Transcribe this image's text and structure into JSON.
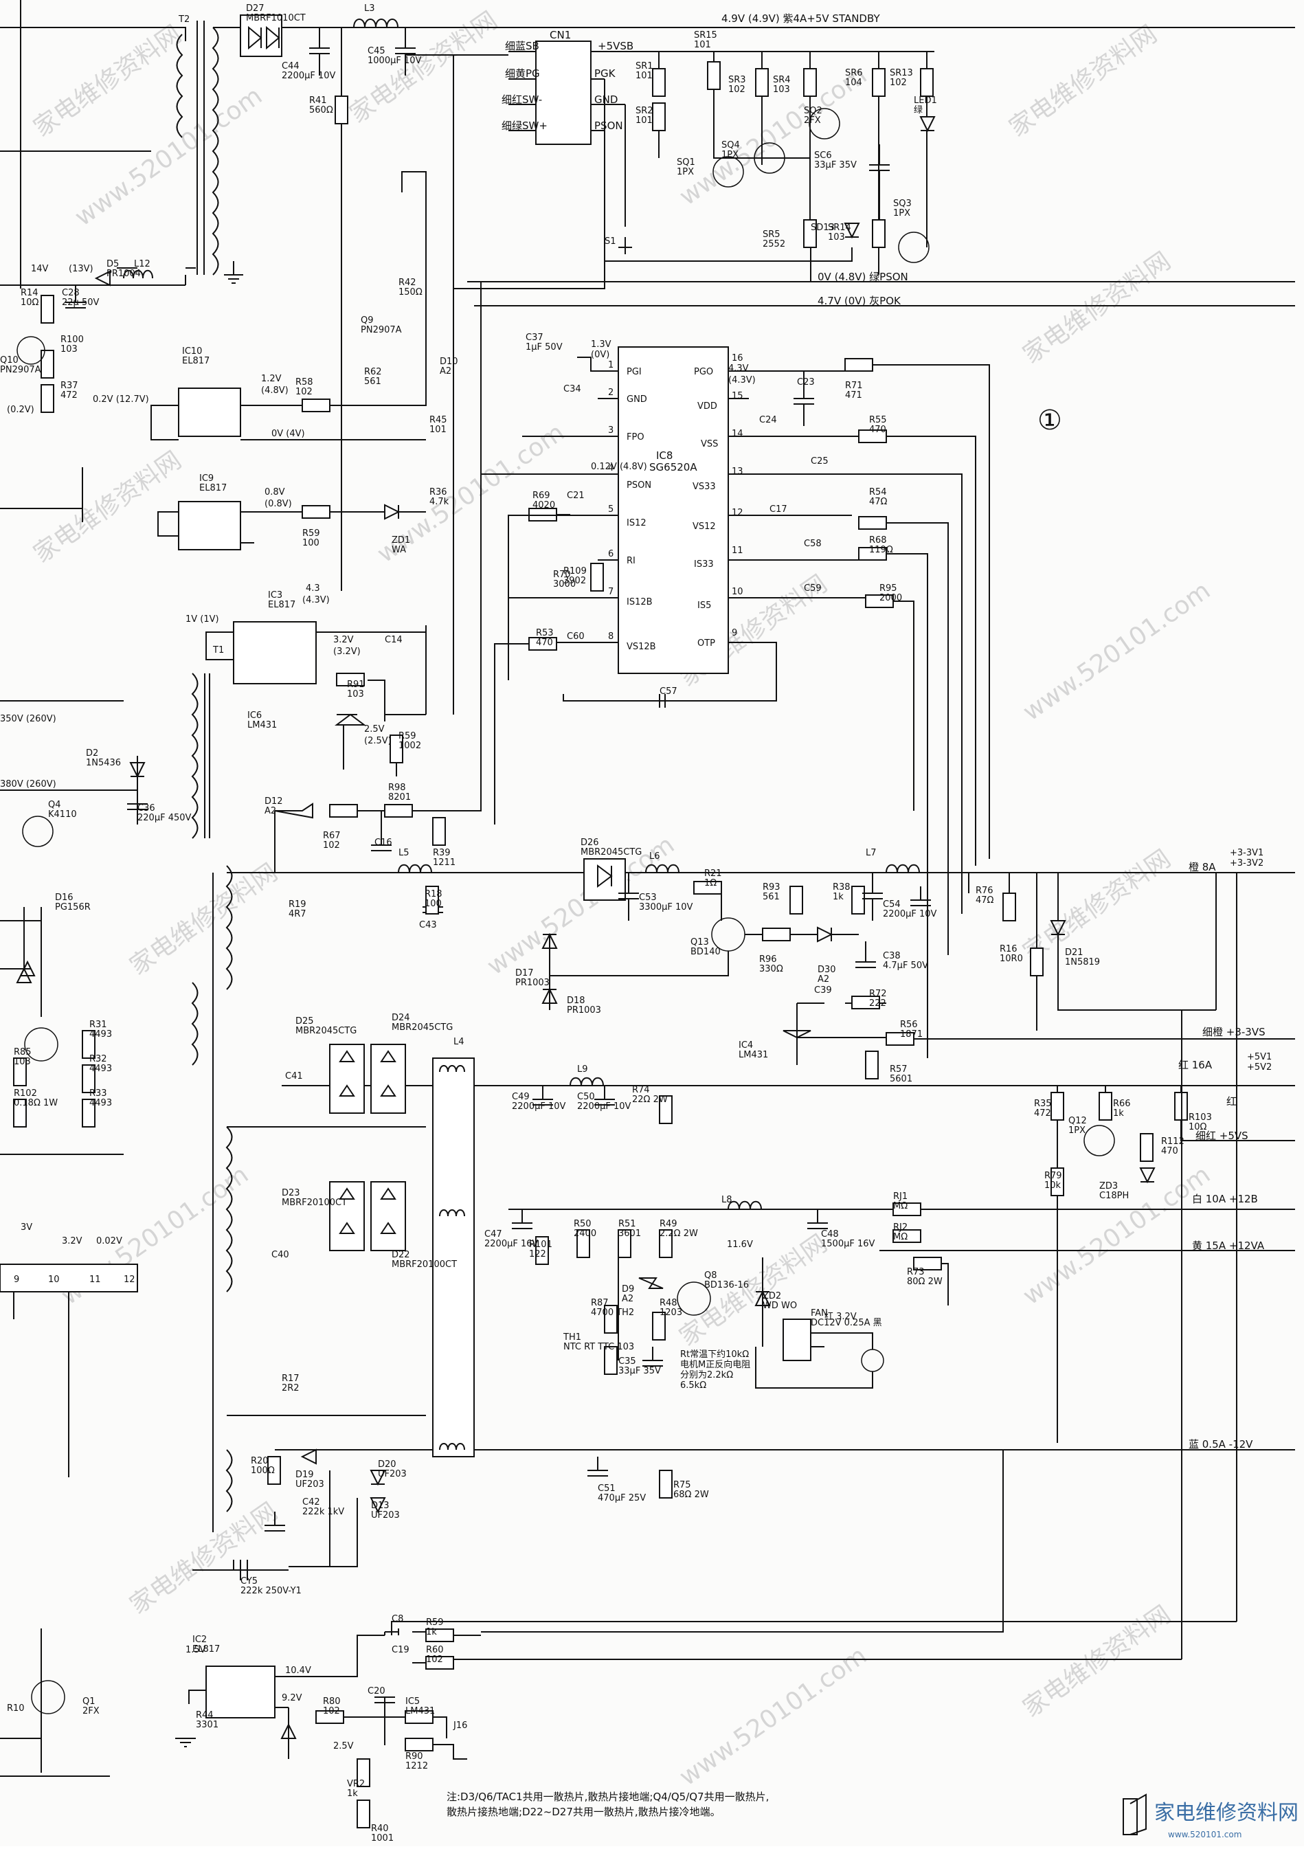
{
  "watermark": {
    "text": "www.520101.com",
    "zh": "家电维修资料网"
  },
  "logo": {
    "zh": "家电维修资料网",
    "url": "www.520101.com"
  },
  "sheet_marker": "①",
  "rails": {
    "standby": "4.9V (4.9V) 紫4A+5V STANDBY",
    "pson": "0V (4.8V) 绿PSON",
    "pok": "4.7V (0V) 灰POK",
    "out_33": "橙 8A",
    "out_33_v1": "+3-3V1",
    "out_33_v2": "+3-3V2",
    "out_33s": "细橙 +3-3VS",
    "out_5": "红 16A",
    "out_5_v1": "+5V1",
    "out_5_v2": "+5V2",
    "out_5s_color": "红",
    "out_5s": "细红 +5VS",
    "out_12b": "白 10A  +12B",
    "out_12a": "黄 15A  +12VA",
    "out_m12": "蓝 0.5A  -12V"
  },
  "connector": {
    "name": "CN1",
    "pins": [
      "细蓝SB",
      "细黄PG",
      "细红SW-",
      "细绿SW+"
    ],
    "nets": [
      "+5VSB",
      "PGK",
      "GND",
      "PSON"
    ]
  },
  "ic": {
    "name": "IC8",
    "part": "SG6520A",
    "left_pins": [
      "PGI",
      "GND",
      "FPO",
      "PSON",
      "IS12",
      "RI",
      "IS12B",
      "VS12B"
    ],
    "left_nums": [
      "1",
      "2",
      "3",
      "4",
      "5",
      "6",
      "7",
      "8"
    ],
    "right_pins": [
      "PGO",
      "VDD",
      "VSS",
      "VS33",
      "VS12",
      "IS33",
      "IS5",
      "OTP"
    ],
    "right_nums": [
      "16",
      "15",
      "14",
      "13",
      "12",
      "11",
      "10",
      "9"
    ]
  },
  "components": [
    {
      "ref": "T2",
      "value": ""
    },
    {
      "ref": "D27",
      "value": "MBRF1010CT"
    },
    {
      "ref": "L3",
      "value": ""
    },
    {
      "ref": "C44",
      "value": "2200μF 10V"
    },
    {
      "ref": "C45",
      "value": "1000μF 10V"
    },
    {
      "ref": "R41",
      "value": "560Ω"
    },
    {
      "ref": "D5",
      "value": "PR1004"
    },
    {
      "ref": "L12",
      "value": ""
    },
    {
      "ref": "R14",
      "value": "10Ω"
    },
    {
      "ref": "C28",
      "value": "22μ 50V"
    },
    {
      "ref": "Q10",
      "value": "PN2907A"
    },
    {
      "ref": "R100",
      "value": "103"
    },
    {
      "ref": "R37",
      "value": "472"
    },
    {
      "ref": "IC10",
      "value": "EL817"
    },
    {
      "ref": "R42",
      "value": "150Ω"
    },
    {
      "ref": "Q9",
      "value": "PN2907A"
    },
    {
      "ref": "R62",
      "value": "561"
    },
    {
      "ref": "C37",
      "value": "1μF 50V"
    },
    {
      "ref": "D10",
      "value": "A2"
    },
    {
      "ref": "R58",
      "value": "102"
    },
    {
      "ref": "R45",
      "value": "101"
    },
    {
      "ref": "IC9",
      "value": "EL817"
    },
    {
      "ref": "R36",
      "value": "4.7k"
    },
    {
      "ref": "R59",
      "value": "100"
    },
    {
      "ref": "ZD1",
      "value": "WA"
    },
    {
      "ref": "IC3",
      "value": "EL817"
    },
    {
      "ref": "IC6",
      "value": "LM431"
    },
    {
      "ref": "R91",
      "value": "103"
    },
    {
      "ref": "R59",
      "value": "1002"
    },
    {
      "ref": "C14",
      "value": ""
    },
    {
      "ref": "R98",
      "value": "8201"
    },
    {
      "ref": "R67",
      "value": "102"
    },
    {
      "ref": "C16",
      "value": ""
    },
    {
      "ref": "R39",
      "value": "1211"
    },
    {
      "ref": "D12",
      "value": "A2"
    },
    {
      "ref": "SR1",
      "value": "101"
    },
    {
      "ref": "SR2",
      "value": "101"
    },
    {
      "ref": "SR15",
      "value": "101"
    },
    {
      "ref": "SR3",
      "value": "102"
    },
    {
      "ref": "SR4",
      "value": "103"
    },
    {
      "ref": "SR6",
      "value": "104"
    },
    {
      "ref": "SR13",
      "value": "102"
    },
    {
      "ref": "LED1",
      "value": "绿"
    },
    {
      "ref": "SQ2",
      "value": "2FX"
    },
    {
      "ref": "SQ4",
      "value": "1PX"
    },
    {
      "ref": "SQ1",
      "value": "1PX"
    },
    {
      "ref": "SC6",
      "value": "33μF 35V"
    },
    {
      "ref": "SQ3",
      "value": "1PX"
    },
    {
      "ref": "SR5",
      "value": "2552"
    },
    {
      "ref": "SD13",
      "value": ""
    },
    {
      "ref": "SR14",
      "value": "103"
    },
    {
      "ref": "S1",
      "value": ""
    },
    {
      "ref": "C34",
      "value": ""
    },
    {
      "ref": "C23",
      "value": ""
    },
    {
      "ref": "R71",
      "value": "471"
    },
    {
      "ref": "C24",
      "value": ""
    },
    {
      "ref": "R55",
      "value": "470"
    },
    {
      "ref": "C25",
      "value": ""
    },
    {
      "ref": "R69",
      "value": "4020"
    },
    {
      "ref": "C21",
      "value": ""
    },
    {
      "ref": "C17",
      "value": ""
    },
    {
      "ref": "R54",
      "value": "47Ω"
    },
    {
      "ref": "R109",
      "value": "3902"
    },
    {
      "ref": "C58",
      "value": ""
    },
    {
      "ref": "R68",
      "value": "119Ω"
    },
    {
      "ref": "R70",
      "value": "3000"
    },
    {
      "ref": "C59",
      "value": ""
    },
    {
      "ref": "R95",
      "value": "2000"
    },
    {
      "ref": "R53",
      "value": "470"
    },
    {
      "ref": "C60",
      "value": ""
    },
    {
      "ref": "C57",
      "value": ""
    },
    {
      "ref": "L5",
      "value": ""
    },
    {
      "ref": "R18",
      "value": "100"
    },
    {
      "ref": "C43",
      "value": ""
    },
    {
      "ref": "D26",
      "value": "MBR2045CTG"
    },
    {
      "ref": "L6",
      "value": ""
    },
    {
      "ref": "C53",
      "value": "3300μF 10V"
    },
    {
      "ref": "R21",
      "value": "1Ω"
    },
    {
      "ref": "R93",
      "value": "561"
    },
    {
      "ref": "Q13",
      "value": "BD140"
    },
    {
      "ref": "D17",
      "value": "PR1003"
    },
    {
      "ref": "D18",
      "value": "PR1003"
    },
    {
      "ref": "R38",
      "value": "1k"
    },
    {
      "ref": "L7",
      "value": ""
    },
    {
      "ref": "C54",
      "value": "2200μF 10V"
    },
    {
      "ref": "R76",
      "value": "47Ω"
    },
    {
      "ref": "R16",
      "value": "10R0"
    },
    {
      "ref": "D21",
      "value": "1N5819"
    },
    {
      "ref": "R96",
      "value": "330Ω"
    },
    {
      "ref": "D30",
      "value": "A2"
    },
    {
      "ref": "C38",
      "value": "4.7μF 50V"
    },
    {
      "ref": "C39",
      "value": ""
    },
    {
      "ref": "R72",
      "value": "222"
    },
    {
      "ref": "R56",
      "value": "1871"
    },
    {
      "ref": "IC4",
      "value": "LM431"
    },
    {
      "ref": "R57",
      "value": "5601"
    },
    {
      "ref": "R19",
      "value": "4R7"
    },
    {
      "ref": "C41",
      "value": ""
    },
    {
      "ref": "D25",
      "value": "MBR2045CTG"
    },
    {
      "ref": "D24",
      "value": "MBR2045CTG"
    },
    {
      "ref": "L4",
      "value": ""
    },
    {
      "ref": "L9",
      "value": ""
    },
    {
      "ref": "C49",
      "value": "2200μF 10V"
    },
    {
      "ref": "C50",
      "value": "2200μF 10V"
    },
    {
      "ref": "R74",
      "value": "22Ω 2W"
    },
    {
      "ref": "R35",
      "value": "472"
    },
    {
      "ref": "R66",
      "value": "1k"
    },
    {
      "ref": "Q12",
      "value": "1PX"
    },
    {
      "ref": "R112",
      "value": "470"
    },
    {
      "ref": "R103",
      "value": "10Ω"
    },
    {
      "ref": "R79",
      "value": "10k"
    },
    {
      "ref": "ZD3",
      "value": "C18PH"
    },
    {
      "ref": "D23",
      "value": "MBRF20100CT"
    },
    {
      "ref": "D22",
      "value": "MBRF20100CT"
    },
    {
      "ref": "C40",
      "value": ""
    },
    {
      "ref": "R17",
      "value": "2R2"
    },
    {
      "ref": "C47",
      "value": "2200μF 16V"
    },
    {
      "ref": "R101",
      "value": "122"
    },
    {
      "ref": "R50",
      "value": "2400"
    },
    {
      "ref": "R51",
      "value": "3601"
    },
    {
      "ref": "R49",
      "value": "2.2Ω 2W"
    },
    {
      "ref": "L8",
      "value": ""
    },
    {
      "ref": "C48",
      "value": "1500μF 16V"
    },
    {
      "ref": "RJ1",
      "value": "MΩ"
    },
    {
      "ref": "RJ2",
      "value": "MΩ"
    },
    {
      "ref": "R73",
      "value": "80Ω 2W"
    },
    {
      "ref": "D9",
      "value": "A2"
    },
    {
      "ref": "Q8",
      "value": "BD136-16"
    },
    {
      "ref": "ZD2",
      "value": "WD WO"
    },
    {
      "ref": "R87",
      "value": "4700 TH2"
    },
    {
      "ref": "R48",
      "value": "1203"
    },
    {
      "ref": "C35",
      "value": "33μF 35V"
    },
    {
      "ref": "TH1",
      "value": "NTC RT TTC 103"
    },
    {
      "ref": "FAN",
      "value": "DC12V 0.25A 黑"
    },
    {
      "ref": "R20",
      "value": "100Ω"
    },
    {
      "ref": "D19",
      "value": "UF203"
    },
    {
      "ref": "D20",
      "value": "UF203"
    },
    {
      "ref": "D13",
      "value": "UF203"
    },
    {
      "ref": "C42",
      "value": "222k 1kV"
    },
    {
      "ref": "C51",
      "value": "470μF 25V"
    },
    {
      "ref": "R75",
      "value": "68Ω 2W"
    },
    {
      "ref": "CY5",
      "value": "222k 250V-Y1"
    },
    {
      "ref": "C8",
      "value": ""
    },
    {
      "ref": "R59",
      "value": "1k"
    },
    {
      "ref": "C19",
      "value": ""
    },
    {
      "ref": "R60",
      "value": "102"
    },
    {
      "ref": "IC2",
      "value": "EL817"
    },
    {
      "ref": "R80",
      "value": "102"
    },
    {
      "ref": "C20",
      "value": ""
    },
    {
      "ref": "R44",
      "value": "3301"
    },
    {
      "ref": "IC5",
      "value": "LM431"
    },
    {
      "ref": "R90",
      "value": "1212"
    },
    {
      "ref": "J16",
      "value": ""
    },
    {
      "ref": "VR2",
      "value": "1k"
    },
    {
      "ref": "R40",
      "value": "1001"
    },
    {
      "ref": "Q1",
      "value": "2FX"
    },
    {
      "ref": "D2",
      "value": "1N5436"
    },
    {
      "ref": "Q4",
      "value": "K4110"
    },
    {
      "ref": "C36",
      "value": "220μF 450V"
    },
    {
      "ref": "D16",
      "value": "PG156R"
    },
    {
      "ref": "R31",
      "value": "4493"
    },
    {
      "ref": "R32",
      "value": "4493"
    },
    {
      "ref": "R33",
      "value": "4493"
    },
    {
      "ref": "R85",
      "value": "103"
    },
    {
      "ref": "R102",
      "value": "0.18Ω 1W"
    },
    {
      "ref": "R10",
      "value": ""
    },
    {
      "ref": "T1",
      "value": ""
    }
  ],
  "voltages": [
    "14V",
    "(13V)",
    "1.2V",
    "(4.8V)",
    "0V (4V)",
    "0.2V (12.7V)",
    "(0.2V)",
    "0.8V",
    "(0.8V)",
    "4.3",
    "(4.3V)",
    "1V (1V)",
    "3.2V",
    "(3.2V)",
    "2.5V",
    "(2.5V)",
    "1.3V",
    "(0V)",
    "4.3V",
    "(4.3V)",
    "0.12V (4.8V)",
    "11.6V",
    "红 3.2V",
    "1.5V",
    "10.4V",
    "9.2V",
    "2.5V",
    "3V",
    "3.2V",
    "0.02V",
    "350V (260V)",
    "380V (260V)"
  ],
  "ic_pins_bottom": [
    "9",
    "10",
    "11",
    "12"
  ],
  "fan_note": "Rt常温下约10kΩ\n电机M正反向电阻\n分别为2.2kΩ\n6.5kΩ",
  "footnote_1": "注:D3/Q6/TAC1共用一散热片,散热片接地端;Q4/Q5/Q7共用一散热片,",
  "footnote_2": "散热片接热地端;D22~D27共用一散热片,散热片接冷地端。"
}
